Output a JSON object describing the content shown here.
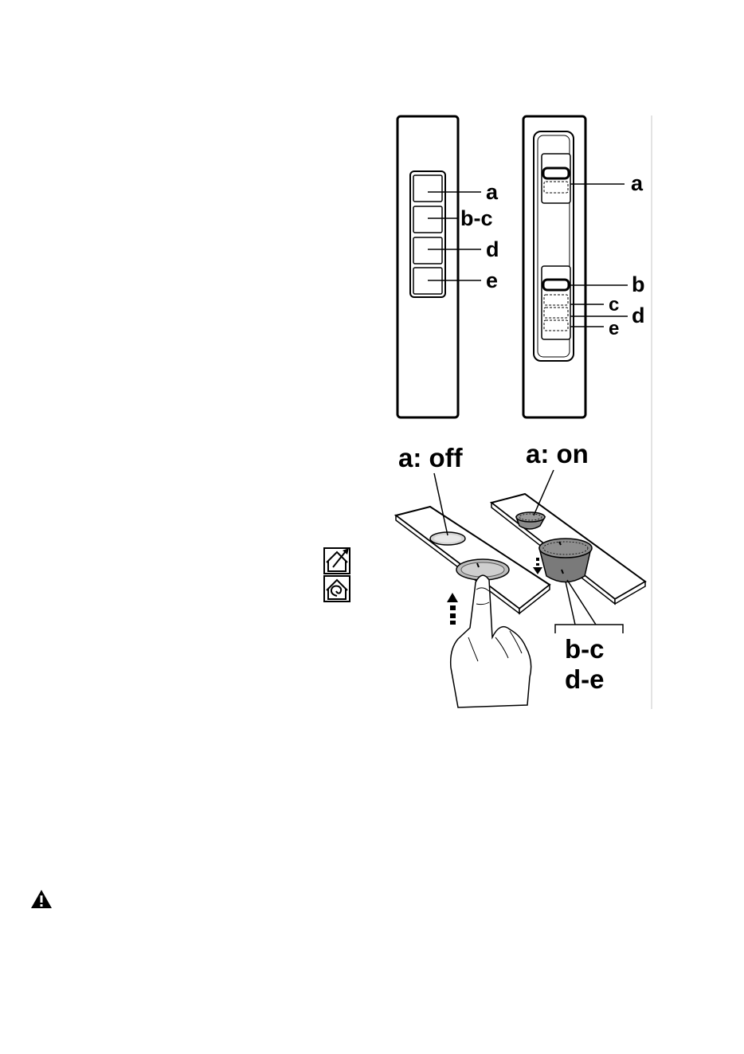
{
  "panel_buttons": {
    "label_a": "a",
    "label_bc": "b-c",
    "label_d": "d",
    "label_e": "e"
  },
  "panel_sliders": {
    "label_a": "a",
    "label_b": "b",
    "label_c": "c",
    "label_d": "d",
    "label_e": "e"
  },
  "controls_3d": {
    "off_label": "a: off",
    "on_label": "a: on",
    "knob_label_1": "b-c",
    "knob_label_2": "d-e"
  },
  "icons": {
    "extraction": "house-extraction-icon",
    "recirculation": "house-recirculation-icon",
    "warning": "warning-triangle-icon"
  }
}
